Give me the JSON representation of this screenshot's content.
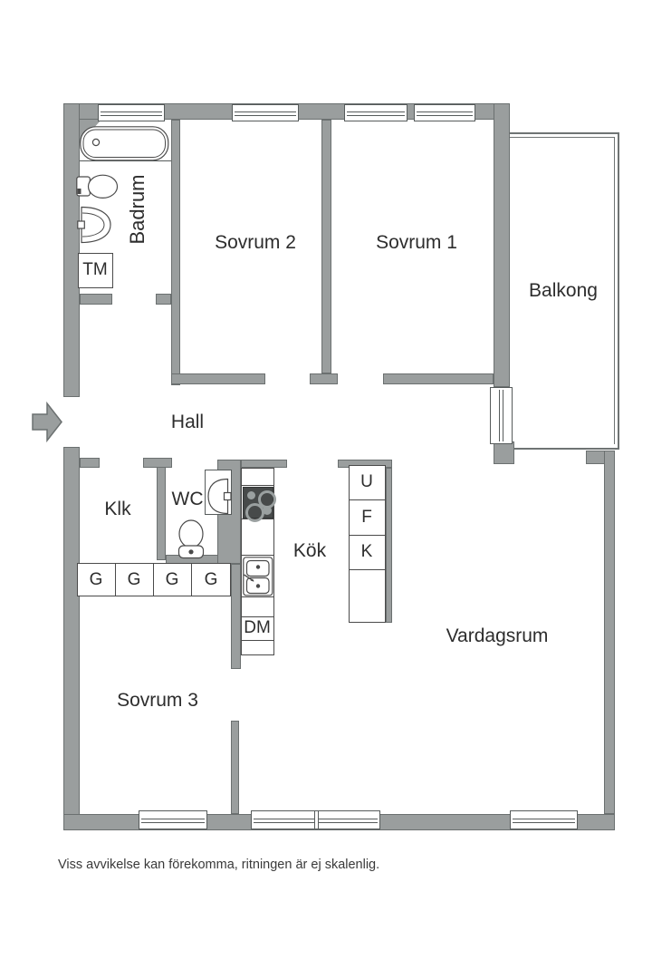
{
  "rooms": {
    "badrum": "Badrum",
    "sovrum2": "Sovrum 2",
    "sovrum1": "Sovrum 1",
    "balkong": "Balkong",
    "hall": "Hall",
    "klk": "Klk",
    "wc": "WC",
    "kok": "Kök",
    "vardagsrum": "Vardagsrum",
    "sovrum3": "Sovrum 3"
  },
  "fixtures": {
    "tvattmaskin": "TM",
    "diskmaskin": "DM",
    "wardrobes": [
      "G",
      "G",
      "G",
      "G"
    ],
    "appliances": [
      "U",
      "F",
      "K"
    ]
  },
  "icons": {
    "entrance": "entrance-arrow-icon",
    "bathtub": "bathtub-icon",
    "toilet": "toilet-icon",
    "washbasin": "washbasin-icon",
    "stove": "stove-four-burners-icon",
    "kitchen_sink": "double-basin-sink-icon",
    "window": "window-icon"
  },
  "colors": {
    "wall_fill": "#9a9e9e",
    "wall_stroke": "#6b7070",
    "fixture_line": "#4a4a4a",
    "text": "#2d2d2d",
    "stove_fill": "#474a4a"
  },
  "footer": {
    "disclaimer": "Viss avvikelse kan förekomma, ritningen är ej skalenlig."
  }
}
